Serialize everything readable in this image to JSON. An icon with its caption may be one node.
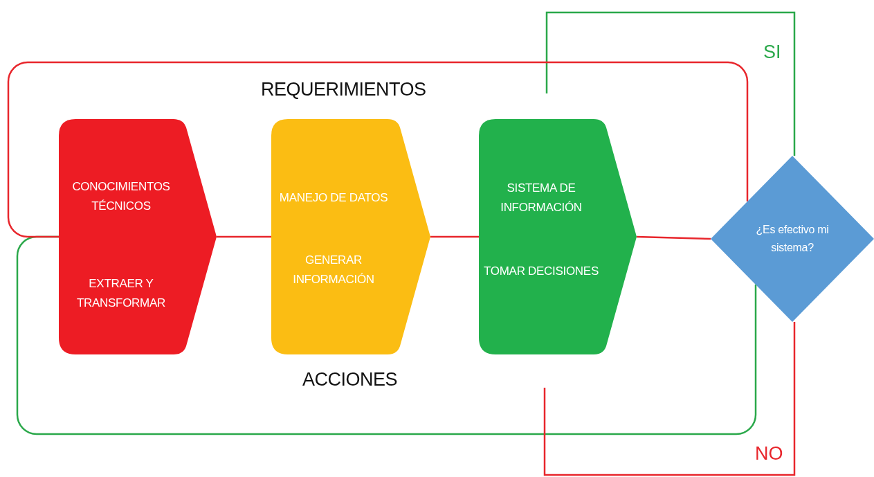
{
  "diagram": {
    "nodes": [
      {
        "text": [
          "CONOCIMIENTOS TÉCNICOS",
          "EXTRAER Y TRANSFORMAR"
        ]
      },
      {
        "text": [
          "MANEJO DE DATOS",
          "GENERAR INFORMACIÓN"
        ]
      },
      {
        "text": [
          "SISTEMA DE INFORMACIÓN",
          "TOMAR DECISIONES"
        ]
      },
      {
        "text": [
          "¿Es efectivo mi sistema?"
        ]
      }
    ],
    "edges": [
      {
        "from": 0,
        "to": 1,
        "arrow": "none"
      },
      {
        "from": 1,
        "to": 2,
        "arrow": "none"
      },
      {
        "from": 2,
        "to": 3,
        "arrow": "none"
      },
      {
        "from": 3,
        "to": 0,
        "arrow": "none"
      },
      {
        "from": 3,
        "to": 0,
        "arrow": "none",
        "color": "#2aa84a"
      },
      {
        "from": 3,
        "to": null,
        "arrow": "none",
        "label": "SI",
        "color": "#2aa84a"
      },
      {
        "from": 3,
        "to": null,
        "arrow": "none",
        "label": "NO"
      }
    ],
    "labels": [
      "REQUERIMIENTOS",
      "ACCIONES"
    ]
  }
}
